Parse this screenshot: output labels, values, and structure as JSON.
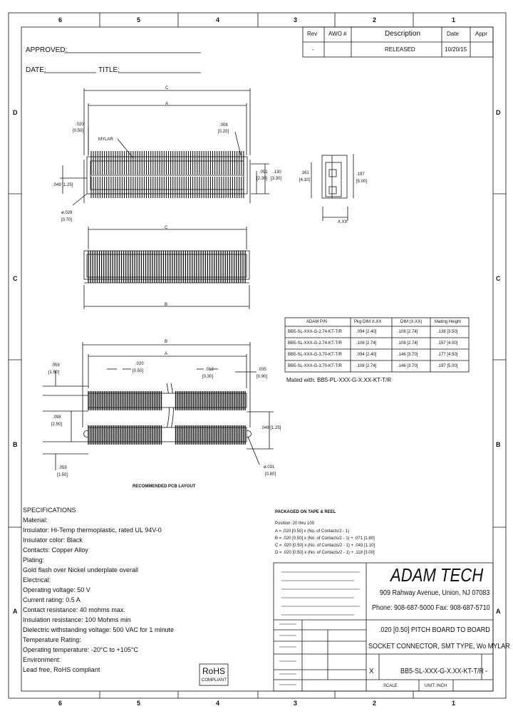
{
  "zones": {
    "columns": [
      "6",
      "5",
      "4",
      "3",
      "2",
      "1"
    ],
    "rows": [
      "D",
      "C",
      "B",
      "A"
    ]
  },
  "revision_block": {
    "headers": [
      "Rev",
      "AWO #",
      "Description",
      "Date",
      "Appr"
    ],
    "row": [
      "-",
      "",
      "RELEASED",
      "10/20/15",
      ""
    ]
  },
  "approval": {
    "approved_label": "APPROVED:",
    "date_label": "DATE:",
    "title_label": "TITLE:"
  },
  "top_view": {
    "dim_c": "C",
    "dim_a": "A",
    "pitch_in": ".020",
    "pitch_mm": "[0.50]",
    "mylar": "MYLAR",
    "end_in": ".008",
    "end_mm": "[0.20]",
    "h1_in": ".049 [1.25]",
    "h2_in": ".091",
    "h2_mm": "[2.30]",
    "h3_in": ".130",
    "h3_mm": "[3.30]",
    "post_in": "ø.028",
    "post_mm": "[0.70]"
  },
  "side_view": {
    "w1_in": ".161",
    "w1_mm": "[4.10]",
    "w2_in": ".197",
    "w2_mm": "[5.00]",
    "x": "X.XX"
  },
  "front_view": {
    "dim_c": "C",
    "dim_b": "B"
  },
  "table": {
    "headers": [
      "ADAM P/N",
      "Pkg DIM X.XX",
      "DIM (X.XX)",
      "Mating Height"
    ],
    "rows": [
      [
        "BB5-SL-XXX-G-2.74-KT-T/R",
        ".094 [2.40]",
        ".108 [2.74]",
        ".138 [3.50]"
      ],
      [
        "BB5-SL-XXX-G-2.74-KT-T/R",
        ".108 [2.74]",
        ".108 [2.74]",
        ".157 [4.00]"
      ],
      [
        "BB5-SL-XXX-G-3.70-KT-T/R",
        ".094 [2.40]",
        ".146 [3.70]",
        ".177 [4.50]"
      ],
      [
        "BB5-SL-XXX-G-3.70-KT-T/R",
        ".108 [2.74]",
        ".146 [3.70]",
        ".197 [5.00]"
      ]
    ],
    "mated_with": "Mated with: BB5-PL-XXX-G-X.XX-KT-T/R"
  },
  "pcb_layout": {
    "dim_b": "B",
    "dim_a": "A",
    "d1_in": ".059",
    "d1_mm": "[1.50]",
    "pitch_in": ".020",
    "pitch_mm": "[0.50]",
    "d2_in": ".012",
    "d2_mm": "[0.30]",
    "d3_in": ".035",
    "d3_mm": "[0.90]",
    "d4_in": ".098",
    "d4_mm": "[2.50]",
    "d5_in": ".049 [1.25]",
    "d6_in": ".059",
    "d6_mm": "[1.50]",
    "d7_in": "ø.031",
    "d7_mm": "[0.80]",
    "caption": "RECOMMENDED PCB LAYOUT"
  },
  "packaging": {
    "title": "PACKAGED ON TAPE & REEL",
    "positions": "Position: 20 thru 100",
    "lines": [
      "A = .020 [0.50] x (No. of Contacts/2 - 1)",
      "B = .020 [0.50] x (No. of Contacts/2 - 1) + .071 [1.80]",
      "C = .020 [0.50] x (No. of Contacts/2 - 1) + .043 [1.10]",
      "D = .020 [0.50] x (No. of Contacts/2 - 1) + .118 [3.00]"
    ]
  },
  "specifications": {
    "lines": [
      "SPECIFICATIONS",
      "Material:",
      "Insulator: Hi-Temp thermoplastic, rated UL 94V-0",
      "Insulator color: Black",
      "Contacts: Copper Alloy",
      "Plating:",
      "Gold flash over Nickel underplate overall",
      "Electrical:",
      "Operating voltage: 50 V",
      "Current rating: 0.5 A",
      "Contact resistance: 40 mohms max.",
      "Insulation resistance: 100 Mohms min",
      "Dielectric withstanding voltage: 500 VAC for 1 minute",
      "Temperature Rating:",
      "Operating temperature: -20°C to +105°C",
      "Environment:",
      "Lead free, RoHS compliant"
    ],
    "rohs": "RoHS",
    "compliant": "COMPLIANT"
  },
  "title_block": {
    "company": "ADAM TECH",
    "address": "909 Rahway Avenue, Union, NJ 07083",
    "phone": "Phone: 908-687-5000 Fax: 908-687-5710",
    "title_line1": ".020 [0.50] PITCH BOARD TO BOARD",
    "title_line2": "SOCKET CONNECTOR, SMT TYPE, Wo MYLAR",
    "scale_mark": "X",
    "part_number": "BB5-SL-XXX-G-X.XX-KT-T/R",
    "rev": "-",
    "scale": "SCALE",
    "unit_label": "UNIT: INCH"
  }
}
